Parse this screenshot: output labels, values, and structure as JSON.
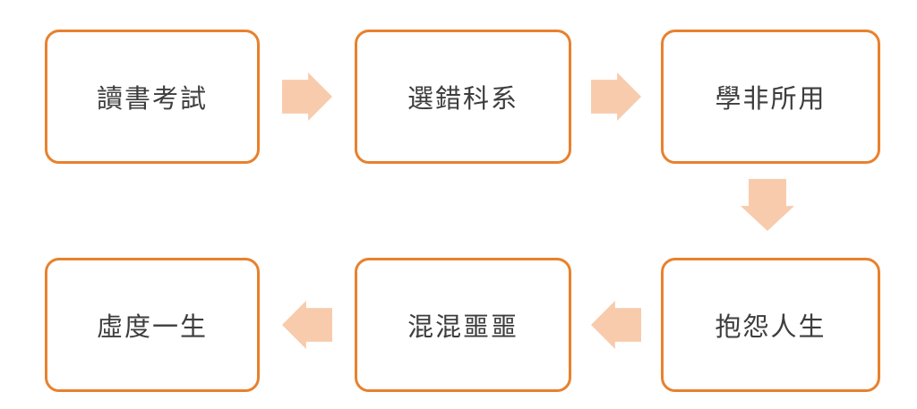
{
  "diagram": {
    "nodes": [
      {
        "label": "讀書考試"
      },
      {
        "label": "選錯科系"
      },
      {
        "label": "學非所用"
      },
      {
        "label": "抱怨人生"
      },
      {
        "label": "混混噩噩"
      },
      {
        "label": "虛度一生"
      }
    ],
    "arrows": [
      {
        "from": 1,
        "to": 2,
        "direction": "right"
      },
      {
        "from": 2,
        "to": 3,
        "direction": "right"
      },
      {
        "from": 3,
        "to": 4,
        "direction": "down"
      },
      {
        "from": 4,
        "to": 5,
        "direction": "left"
      },
      {
        "from": 5,
        "to": 6,
        "direction": "left"
      }
    ],
    "colors": {
      "box_border": "#E8812D",
      "box_fill": "#FFFFFF",
      "arrow_fill": "#F8CBAD",
      "text": "#3D3D3D",
      "background": "#FFFFFF"
    }
  }
}
